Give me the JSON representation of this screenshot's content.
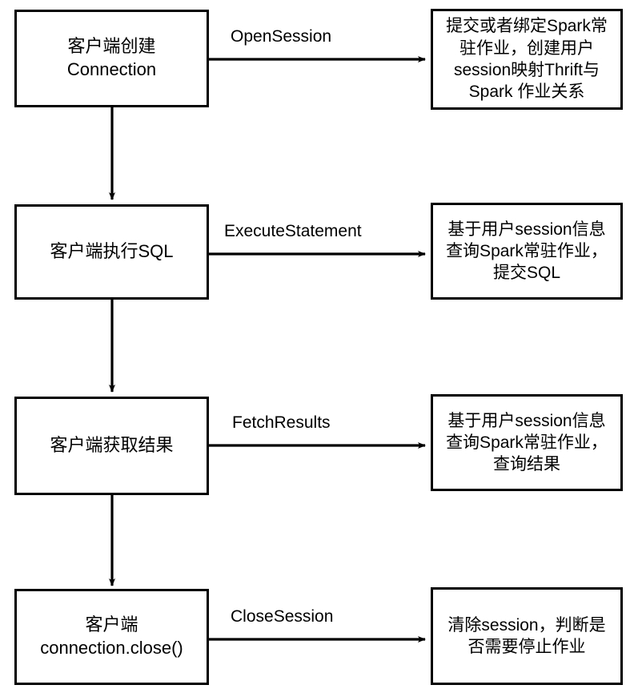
{
  "diagram": {
    "title": "Spark Thrift Server session flow",
    "stroke_color": "#000000",
    "background_color": "#ffffff",
    "nodes": [
      {
        "id": "client-create-connection",
        "label": "客户端创建\nConnection"
      },
      {
        "id": "server-open-session",
        "label": "提交或者绑定Spark常\n驻作业，创建用户\nsession映射Thrift与\nSpark 作业关系"
      },
      {
        "id": "client-execute-sql",
        "label": "客户端执行SQL"
      },
      {
        "id": "server-execute-statement",
        "label": "基于用户session信息\n查询Spark常驻作业，\n提交SQL"
      },
      {
        "id": "client-fetch-results",
        "label": "客户端获取结果"
      },
      {
        "id": "server-fetch-results",
        "label": "基于用户session信息\n查询Spark常驻作业，\n查询结果"
      },
      {
        "id": "client-close-connection",
        "label": "客户端\nconnection.close()"
      },
      {
        "id": "server-close-session",
        "label": "清除session，判断是\n否需要停止作业"
      }
    ],
    "edges": [
      {
        "id": "edge-open-session",
        "label": "OpenSession",
        "from": "client-create-connection",
        "to": "server-open-session"
      },
      {
        "id": "edge-execute-statement",
        "label": "ExecuteStatement",
        "from": "client-execute-sql",
        "to": "server-execute-statement"
      },
      {
        "id": "edge-fetch-results",
        "label": "FetchResults",
        "from": "client-fetch-results",
        "to": "server-fetch-results"
      },
      {
        "id": "edge-close-session",
        "label": "CloseSession",
        "from": "client-close-connection",
        "to": "server-close-session"
      },
      {
        "id": "edge-step-1-to-2",
        "label": "",
        "from": "client-create-connection",
        "to": "client-execute-sql"
      },
      {
        "id": "edge-step-2-to-3",
        "label": "",
        "from": "client-execute-sql",
        "to": "client-fetch-results"
      },
      {
        "id": "edge-step-3-to-4",
        "label": "",
        "from": "client-fetch-results",
        "to": "client-close-connection"
      }
    ]
  }
}
